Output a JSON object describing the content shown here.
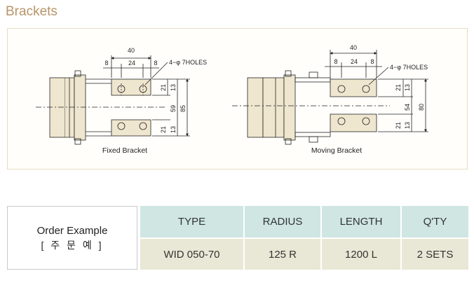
{
  "header": {
    "title": "Brackets"
  },
  "drawing": {
    "fixed": {
      "caption": "Fixed Bracket",
      "dims": {
        "width": "40",
        "edge_left": "8",
        "center": "24",
        "edge_right": "8",
        "holes": "4−φ 7HOLES",
        "upper_21": "21",
        "upper_13": "13",
        "inner": "59",
        "total": "85",
        "lower_21": "21",
        "lower_13": "13"
      }
    },
    "moving": {
      "caption": "Moving Bracket",
      "dims": {
        "width": "40",
        "edge_left": "8",
        "center": "24",
        "edge_right": "8",
        "holes": "4−φ 7HOLES",
        "upper_21": "21",
        "upper_13": "13",
        "inner": "54",
        "total": "80",
        "lower_21": "21",
        "lower_13": "13"
      }
    }
  },
  "order": {
    "label_line1": "Order Example",
    "label_line2": "[ 주 문 예 ]",
    "headers": [
      "TYPE",
      "RADIUS",
      "LENGTH",
      "Q'TY"
    ],
    "values": [
      "WID 050-70",
      "125 R",
      "1200 L",
      "2 SETS"
    ]
  }
}
